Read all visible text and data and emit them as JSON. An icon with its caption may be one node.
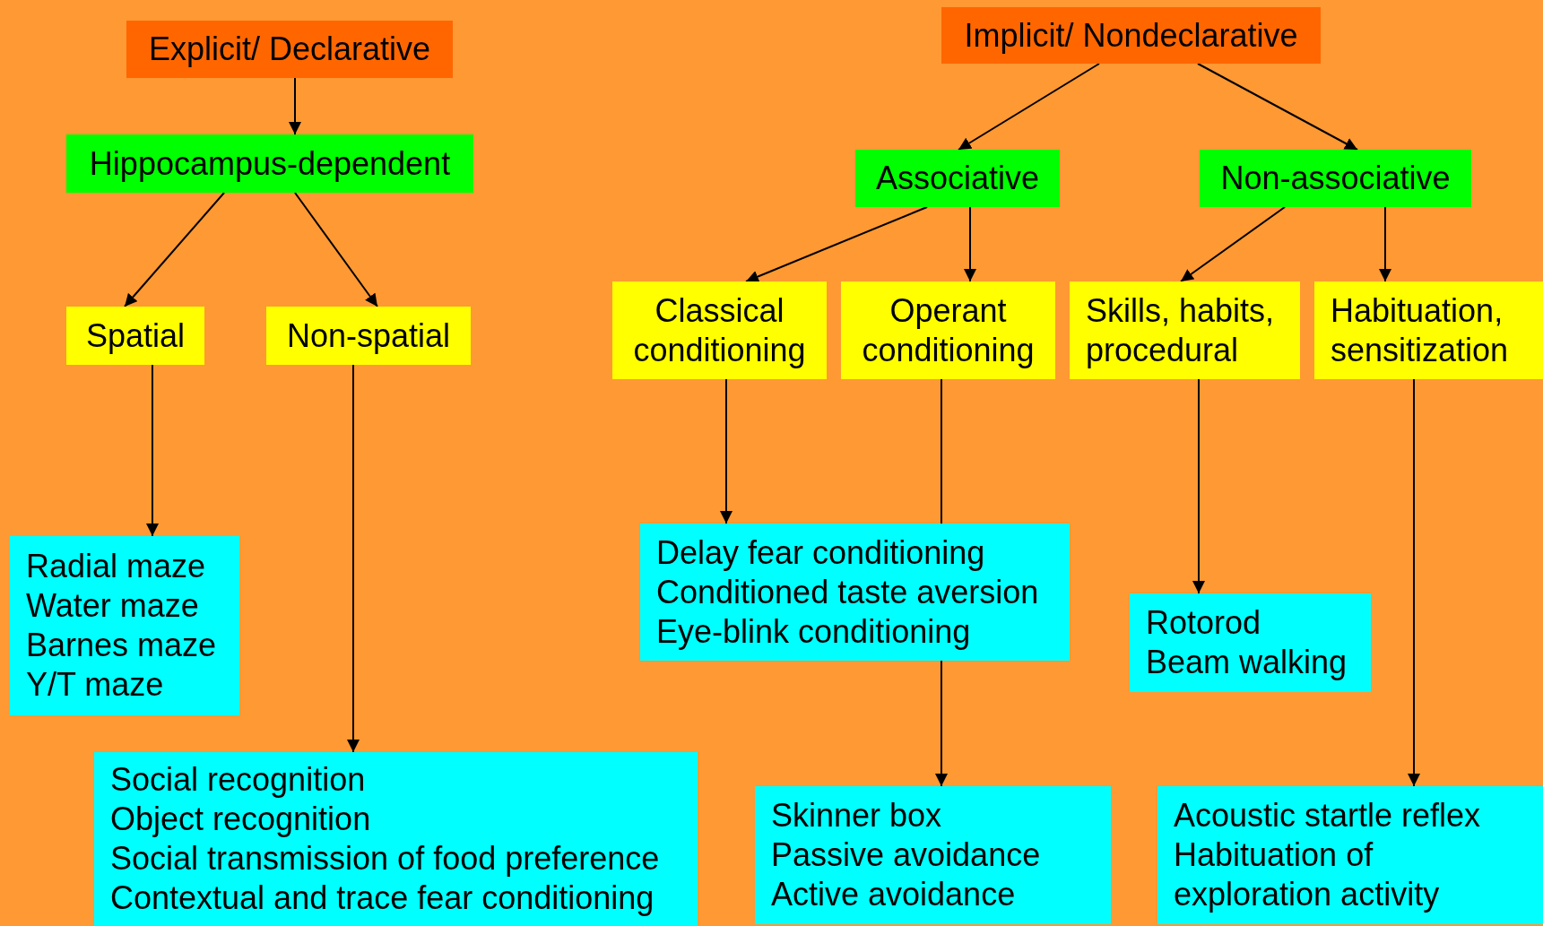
{
  "diagram": {
    "nodes": [
      {
        "text": [
          "Explicit/ Declarative"
        ]
      },
      {
        "text": [
          "Hippocampus-dependent"
        ]
      },
      {
        "text": [
          "Spatial"
        ]
      },
      {
        "text": [
          "Non-spatial"
        ]
      },
      {
        "text": [
          "Radial maze",
          "Water maze",
          "Barnes maze",
          "Y/T maze"
        ]
      },
      {
        "text": [
          "Social recognition",
          "Object recognition",
          "Social transmission of food preference",
          "Contextual and trace fear conditioning"
        ]
      },
      {
        "text": [
          "Implicit/ Nondeclarative"
        ]
      },
      {
        "text": [
          "Associative"
        ]
      },
      {
        "text": [
          "Non-associative"
        ]
      },
      {
        "text": [
          "Classical conditioning"
        ]
      },
      {
        "text": [
          "Operant conditioning"
        ]
      },
      {
        "text": [
          "Skills, habits, procedural"
        ]
      },
      {
        "text": [
          "Habituation, sensitization"
        ]
      },
      {
        "text": [
          "Delay fear conditioning",
          "Conditioned taste aversion",
          "Eye-blink conditioning"
        ]
      },
      {
        "text": [
          "Rotorod",
          "Beam walking"
        ]
      },
      {
        "text": [
          "Skinner box",
          "Passive avoidance",
          "Active avoidance"
        ]
      },
      {
        "text": [
          "Acoustic startle reflex",
          "Habituation of exploration activity"
        ]
      }
    ],
    "edges": [
      {
        "from": 0,
        "to": 1,
        "arrow": "to"
      },
      {
        "from": 1,
        "to": 2,
        "arrow": "to"
      },
      {
        "from": 1,
        "to": 3,
        "arrow": "to"
      },
      {
        "from": 2,
        "to": 4,
        "arrow": "to"
      },
      {
        "from": 3,
        "to": 5,
        "arrow": "to"
      },
      {
        "from": 6,
        "to": 7,
        "arrow": "to"
      },
      {
        "from": 6,
        "to": 8,
        "arrow": "to"
      },
      {
        "from": 7,
        "to": 9,
        "arrow": "to"
      },
      {
        "from": 7,
        "to": 10,
        "arrow": "to"
      },
      {
        "from": 8,
        "to": 11,
        "arrow": "to"
      },
      {
        "from": 8,
        "to": 12,
        "arrow": "to"
      },
      {
        "from": 9,
        "to": 13,
        "arrow": "to"
      },
      {
        "from": 10,
        "to": 13,
        "arrow": "none"
      },
      {
        "from": 13,
        "to": 15,
        "arrow": "to"
      },
      {
        "from": 11,
        "to": 14,
        "arrow": "to"
      },
      {
        "from": 12,
        "to": 16,
        "arrow": "to"
      }
    ]
  }
}
